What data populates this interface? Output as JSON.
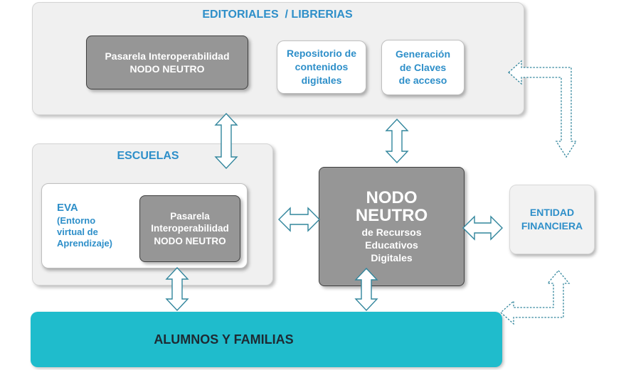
{
  "editoriales": {
    "title": "EDITORIALES  / LIBRERIAS",
    "pasarela": [
      "Pasarela Interoperabilidad",
      "NODO NEUTRO"
    ],
    "repositorio": [
      "Repositorio de",
      "contenidos",
      "digitales"
    ],
    "generacion": [
      "Generación",
      "de Claves",
      "de acceso"
    ]
  },
  "escuelas": {
    "title": "ESCUELAS",
    "eva": [
      "EVA",
      "(Entorno",
      "virtual de",
      "Aprendizaje)"
    ],
    "pasarela": [
      "Pasarela",
      "Interoperabilidad",
      "NODO NEUTRO"
    ]
  },
  "nodo": {
    "line1": "NODO",
    "line2": "NEUTRO",
    "sub": [
      "de Recursos",
      "Educativos",
      "Digitales"
    ]
  },
  "entidad": [
    "ENTIDAD",
    "FINANCIERA"
  ],
  "alumnos": "ALUMNOS Y FAMILIAS",
  "colors": {
    "title_blue": "#2e8fc9",
    "node_gray": "#969696",
    "alumnos_teal": "#1fbccc"
  }
}
